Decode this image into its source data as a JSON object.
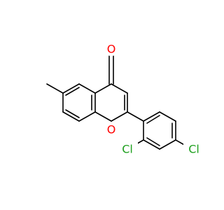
{
  "molecule": {
    "atoms": [
      {
        "id": "O_carbonyl",
        "symbol": "O",
        "color": "#ff0000"
      },
      {
        "id": "O_ring",
        "symbol": "O",
        "color": "#ff0000"
      },
      {
        "id": "Cl_ortho",
        "symbol": "Cl",
        "color": "#1fa01f"
      },
      {
        "id": "Cl_para",
        "symbol": "Cl",
        "color": "#1fa01f"
      }
    ]
  }
}
